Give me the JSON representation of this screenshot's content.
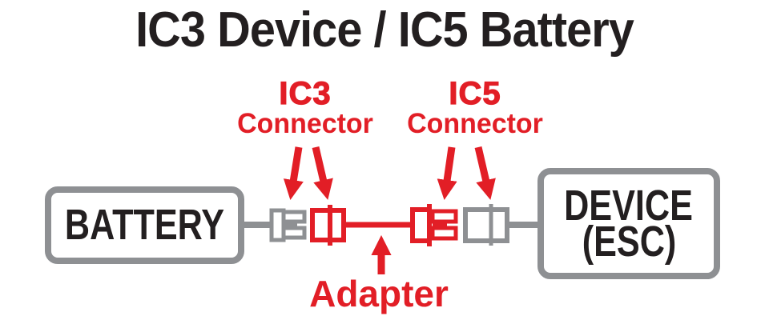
{
  "title": "IC3 Device / IC5 Battery",
  "colors": {
    "red": "#E21E26",
    "gray": "#8E9093",
    "dark": "#231F20",
    "background": "#FFFFFF"
  },
  "labels": {
    "ic3": {
      "name": "IC3",
      "sub": "Connector"
    },
    "ic5": {
      "name": "IC5",
      "sub": "Connector"
    },
    "adapter": "Adapter"
  },
  "nodes": {
    "battery": "BATTERY",
    "device_line1": "DEVICE",
    "device_line2": "(ESC)"
  },
  "diagram": {
    "type": "wiring-connection-diagram",
    "connection_order": [
      "battery",
      "ic3-battery-plug-gray",
      "ic3-adapter-socket-red",
      "adapter-cable-red",
      "ic5-adapter-plug-red",
      "ic5-device-socket-gray",
      "device"
    ]
  }
}
